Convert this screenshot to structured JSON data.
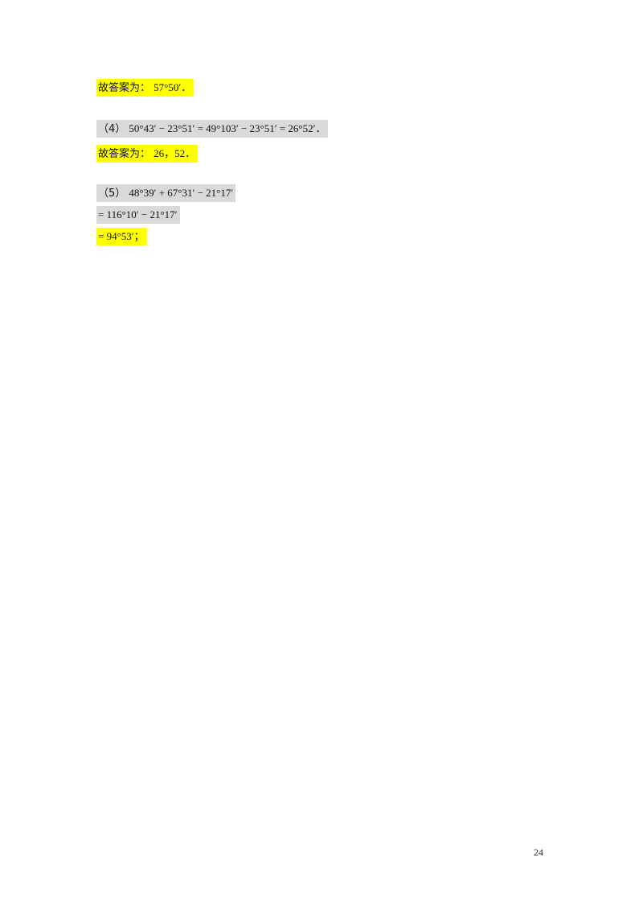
{
  "answer1": {
    "label": "故答案为：",
    "value": "57°50′．"
  },
  "part4": {
    "label": "（4）",
    "expr": "50°43′ − 23°51′ = 49°103′ − 23°51′ = 26°52′．"
  },
  "answer2": {
    "label": "故答案为：",
    "value": "26，52．"
  },
  "part5": {
    "label": "（5）",
    "expr": "48°39′ + 67°31′ − 21°17′",
    "step1": "= 116°10′ − 21°17′",
    "step2": "= 94°53′；"
  },
  "page_number": "24"
}
